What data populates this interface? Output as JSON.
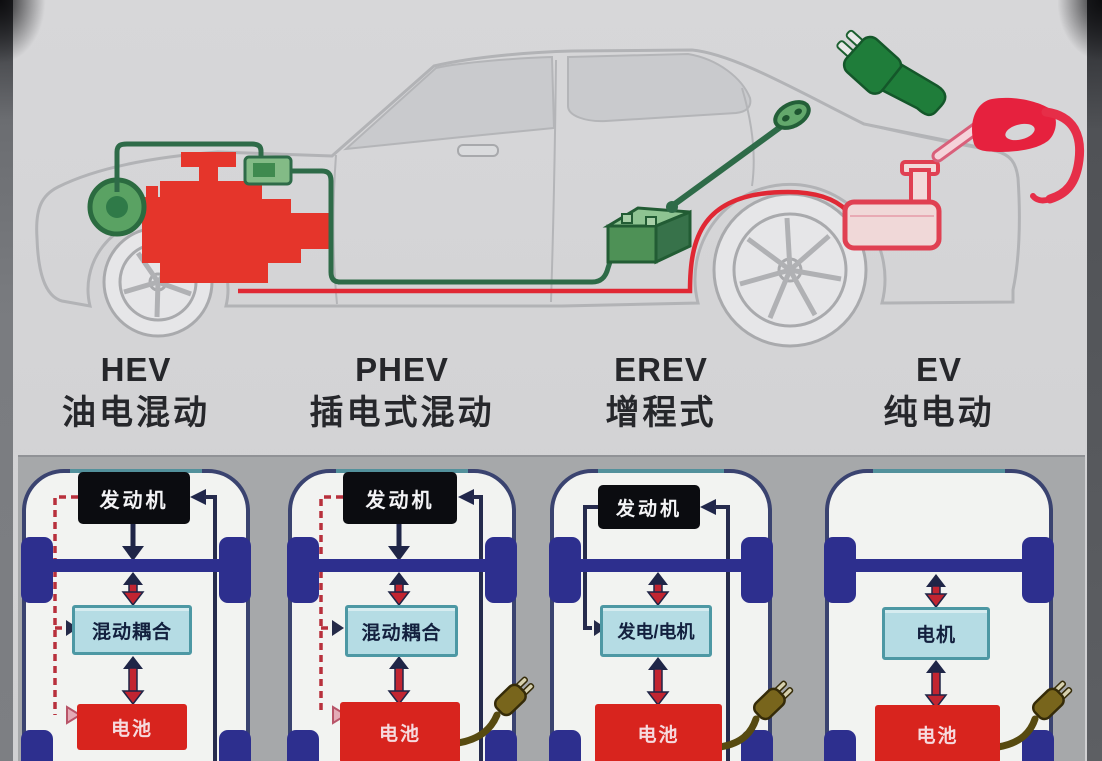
{
  "header": {
    "columns": [
      {
        "abbr": "HEV",
        "name": "油电混动"
      },
      {
        "abbr": "PHEV",
        "name": "插电式混动"
      },
      {
        "abbr": "EREV",
        "name": "增程式"
      },
      {
        "abbr": "EV",
        "name": "纯电动"
      }
    ]
  },
  "panels": [
    {
      "type": "HEV",
      "engine": "发动机",
      "mid": "混动耦合",
      "battery": "电池"
    },
    {
      "type": "PHEV",
      "engine": "发动机",
      "mid": "混动耦合",
      "battery": "电池"
    },
    {
      "type": "EREV",
      "engine": "发动机",
      "mid": "发电/电机",
      "battery": "电池"
    },
    {
      "type": "EV",
      "mid": "电机",
      "battery": "电池"
    }
  ],
  "car": {
    "icons": [
      "car-outline",
      "engine-icon",
      "front-motor-icon",
      "inverter-icon",
      "traction-battery-icon",
      "charge-port-icon",
      "charging-plug-icon",
      "fuel-nozzle-icon",
      "fuel-tank-icon",
      "electric-wire",
      "fuel-line"
    ]
  },
  "colors": {
    "engine_red": "#e5352b",
    "electric_green": "#2e6b48",
    "plug_green": "#1f7d3a",
    "fuel_red": "#e6213e",
    "engine_box_black": "#0b0c10",
    "component_teal": "#b5dce4",
    "battery_box_red": "#d8241e",
    "chassis_navy": "#2d2f8e",
    "arrow_red": "#c22531",
    "arrow_navy": "#1f2547",
    "dashed_red": "#b8303c",
    "plug_olive": "#78651c",
    "band_gray": "#a6a8aa"
  }
}
